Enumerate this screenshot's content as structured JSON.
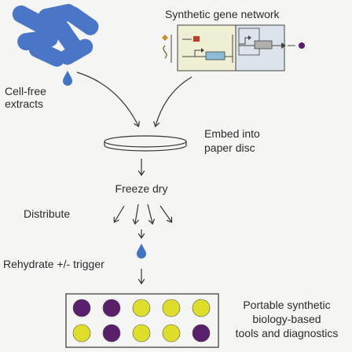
{
  "labels": {
    "network_title": "Synthetic gene network",
    "cellfree_line1": "Cell-free",
    "cellfree_line2": "extracts",
    "embed_line1": "Embed into",
    "embed_line2": "paper disc",
    "freeze_dry": "Freeze dry",
    "distribute": "Distribute",
    "rehydrate": "Rehydrate +/- trigger",
    "portable_line1": "Portable synthetic",
    "portable_line2": "biology-based",
    "portable_line3": "tools and diagnostics"
  },
  "colors": {
    "cells": "#4a76c8",
    "drop": "#3f74c4",
    "purple": "#5a1f6b",
    "yellow": "#dede2a",
    "panel_left": "#efefd4",
    "panel_right": "#dde3ea",
    "arrow": "#333333"
  },
  "icons": [
    "cell-cluster-icon",
    "droplet-icon",
    "gene-circuit-icon",
    "output-dot-icon",
    "paper-disc-icon",
    "down-arrow-icon"
  ],
  "readout_grid": {
    "rows": [
      [
        "purple",
        "purple",
        "yellow",
        "yellow",
        "yellow"
      ],
      [
        "yellow",
        "purple",
        "yellow",
        "yellow",
        "purple"
      ]
    ]
  }
}
